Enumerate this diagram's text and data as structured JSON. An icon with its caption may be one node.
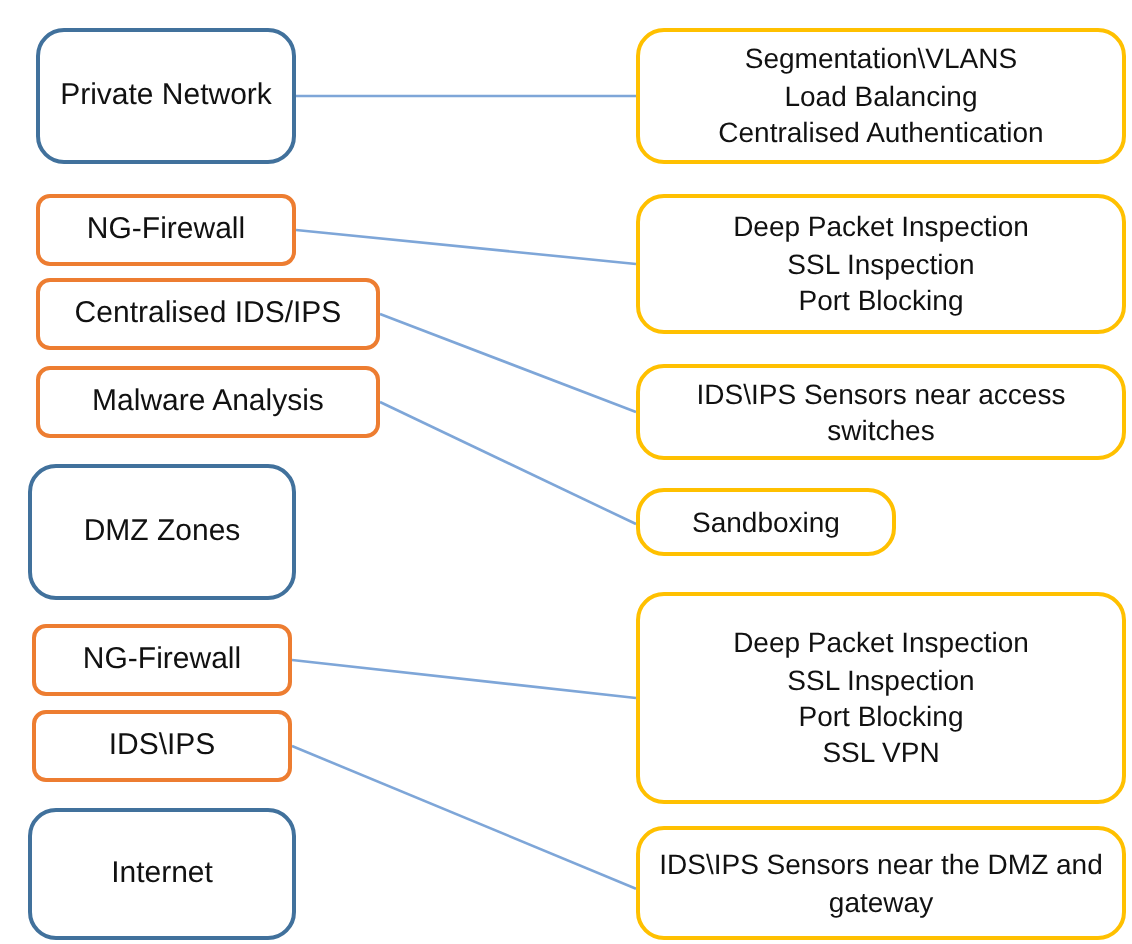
{
  "diagram": {
    "nodes": [
      {
        "text": [
          "Private Network"
        ]
      },
      {
        "text": [
          "Segmentation\\VLANS",
          "Load Balancing",
          "Centralised Authentication"
        ]
      },
      {
        "text": [
          "NG-Firewall"
        ]
      },
      {
        "text": [
          "Deep Packet Inspection",
          "SSL Inspection",
          "Port Blocking"
        ]
      },
      {
        "text": [
          "Centralised IDS/IPS"
        ]
      },
      {
        "text": [
          "Malware Analysis"
        ]
      },
      {
        "text": [
          "IDS\\IPS Sensors near access switches"
        ]
      },
      {
        "text": [
          "DMZ Zones"
        ]
      },
      {
        "text": [
          "Sandboxing"
        ]
      },
      {
        "text": [
          "NG-Firewall"
        ]
      },
      {
        "text": [
          "Deep Packet Inspection",
          "SSL Inspection",
          "Port Blocking",
          "SSL VPN"
        ]
      },
      {
        "text": [
          "IDS\\IPS"
        ]
      },
      {
        "text": [
          "Internet"
        ]
      },
      {
        "text": [
          "IDS\\IPS Sensors near the DMZ and gateway"
        ]
      }
    ],
    "edges": [
      {
        "from": 0,
        "to": 1,
        "arrow": "none"
      },
      {
        "from": 2,
        "to": 3,
        "arrow": "none"
      },
      {
        "from": 4,
        "to": 6,
        "arrow": "none"
      },
      {
        "from": 5,
        "to": 8,
        "arrow": "none"
      },
      {
        "from": 9,
        "to": 10,
        "arrow": "none"
      },
      {
        "from": 11,
        "to": 13,
        "arrow": "none"
      }
    ]
  }
}
